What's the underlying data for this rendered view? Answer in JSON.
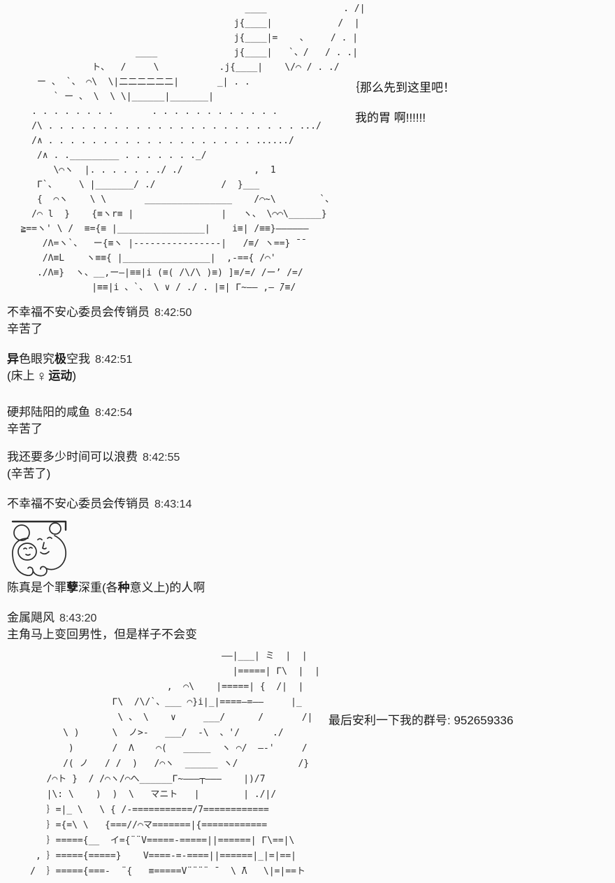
{
  "palette": {
    "background": "#fbfbfb",
    "ink": "#1d1d1d",
    "art_ink": "#2e2e2e"
  },
  "top_art": {
    "lines": [
      "                                            ____              . /|",
      "                                          j{____|            /  |",
      "                                          j{____|=    、    / . |",
      "                        ____              j{____|   `、/   / . .|",
      "                ト、  /     \\           .j{____|    \\/⌒ / . ./",
      "      ー 、 `、 ⌒\\  \\|二二二二二二|       _| . . ",
      "         ` ー 、 \\  \\ \\|______|_______|",
      "     . . . . . . . .       . . . . . . . . . . . .",
      "     /\\ . . . . . . . . . . . . . . . . . . . . . . . .../",
      "     /∧ . . . . . . . . . . . . . . . . . . . ....../",
      "      /∧ . ._________ . . . . . . ._/",
      "         \\⌒ヽ  |. . . . . . ./ ./             ,  1",
      "      Γ`、    \\ |_______/ ./            /  }___",
      "      {  ⌒ヽ    \\ \\       ________________    /⌒~\\        `、",
      "     /⌒ l  }    {≡ヽr≡ |                |   ヽ、 \\⌒⌒\\______}",
      "   ≧==ヽ' \\ /  ≡={≡ |________________|    i≡| /≡≡}——————",
      "       /Λ=ヽ`、  ー{≡ヽ |----------------|   /≡/ ヽ==} ̄ ̄",
      "       /Λ≡L    ヽ≡≡{ |________________|  ,‐=={ /⌒'",
      "      ./Λ≡}  ヽ、__,ー—|≡≡|i (≡( /\\/\\ )≡) ]≡/=/ /ー’ /=/",
      "                |≡≡|i 、`、 \\ ∨ / ./ . |≡| Γ~—— ,— ̄/≡/"
    ],
    "bubble1": "｛那么先到这里吧！",
    "bubble2": "我的胃 啊!!!!!!"
  },
  "messages": {
    "m1": {
      "name": "不幸福不安心委员会传销员",
      "time": "8:42:50",
      "body": "辛苦了"
    },
    "m2": {
      "n1": "异",
      "n2": "色眼究",
      "n3": "极",
      "n4": "空我",
      "time": "8:42:51",
      "b1": "(床上",
      "b2": "♀",
      "b3": "运动",
      "b4": ")"
    },
    "m3": {
      "name": "硬邦陆阳的咸鱼",
      "time": "8:42:54",
      "body": "辛苦了"
    },
    "m4": {
      "name": "我还要多少时间可以浪费",
      "time": "8:42:55",
      "body": "(辛苦了)"
    },
    "m5": {
      "name": "不幸福不安心委员会传销员",
      "time": "8:43:14",
      "c1": "陈真是个罪",
      "c2": "孽",
      "c3": "深重(各",
      "c4": "种",
      "c5": "意义上)的人啊",
      "image": "bear-meme"
    },
    "m6": {
      "name": "金属飓风",
      "time": "8:43:20",
      "body": "主角马上变回男性，但是样子不会变"
    }
  },
  "footer_note": {
    "text": "最后安利一下我的群号: 952659336"
  },
  "bottom_art": {
    "lines": [
      "                                        ——|___| ミ  |  |",
      "                                          |=====| Γ\\  |  |",
      "                              ,  ⌒\\    |=====| {  /|  |",
      "                    Γ\\  /\\/`、___ ⌒}i|_|====–=——     |_",
      "                     \\ 、 \\    ∨     ___/      /       /|",
      "           \\ )      \\  ノ>‐   ___/  ‐\\  、'/      ./",
      "            )       /  Λ    ⌒(   _____  ヽ ⌒/  —‐'     /",
      "           /( ノ   / /  )   /⌒ヽ  ______ ヽ/           /}",
      "        /⌒ト }  / /⌒ヽ/⌒へ______Γ~———┬———    |)/7",
      "        |\\: \\    )  )  \\   マニト   |        | ./|/",
      "        ｝=|_ \\   \\ { /‐===========/7============",
      "        ｝={=\\ \\   {===//⌒マ=======|{============",
      "        ｝====={__  イ={¨¨V=====‐=====||======| Γ\\==|\\",
      "      , ｝====={=====}    V====‐=‐====||======|_|=|==|",
      "     /  ｝====={===‐  ¨{   ≡=====V¨¨¨¨ ̄   \\ ̄Λ   \\|=|==ト"
    ]
  }
}
